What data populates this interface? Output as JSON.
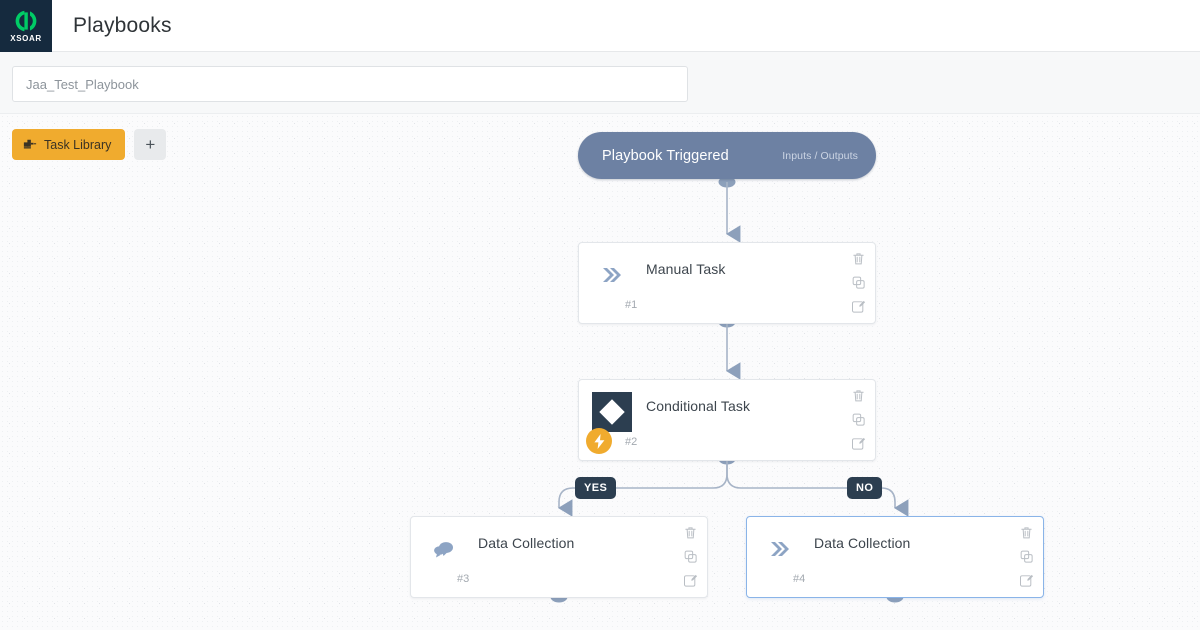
{
  "header": {
    "logo_text": "XSOAR",
    "logo_icon": "cortex-logo-icon",
    "title": "Playbooks"
  },
  "namebar": {
    "playbook_name": "Jaa_Test_Playbook",
    "placeholder": "Jaa_Test_Playbook"
  },
  "toolbar": {
    "task_library_label": "Task Library",
    "task_library_icon": "blocks-icon",
    "add_label": "+",
    "add_icon": "plus-icon"
  },
  "colors": {
    "brand_green": "#00cc66",
    "logo_bg": "#152a3e",
    "accent_orange": "#f0ab2e",
    "node_slate": "#6d81a3",
    "dark_navy": "#2c3e50",
    "selected_border": "#8ab4e8",
    "canvas_bg": "#fbfbfc",
    "connector": "#97a8c0"
  },
  "graph": {
    "trigger": {
      "title": "Playbook Triggered",
      "io_label": "Inputs / Outputs"
    },
    "tasks": [
      {
        "id": "1",
        "number": "#1",
        "title": "Manual Task",
        "icon": "chevron-double-right-icon",
        "selected": false
      },
      {
        "id": "2",
        "number": "#2",
        "title": "Conditional Task",
        "icon": "diamond-condition-icon",
        "badge_icon": "lightning-bolt-icon",
        "selected": false
      },
      {
        "id": "3",
        "number": "#3",
        "title": "Data Collection",
        "icon": "chat-bubbles-icon",
        "selected": false
      },
      {
        "id": "4",
        "number": "#4",
        "title": "Data Collection",
        "icon": "chevron-double-right-icon",
        "selected": true
      }
    ],
    "branch_labels": {
      "yes": "YES",
      "no": "NO"
    },
    "row_actions": {
      "delete_icon": "trash-icon",
      "copy_icon": "copy-icon",
      "edit_icon": "edit-pencil-icon"
    }
  }
}
